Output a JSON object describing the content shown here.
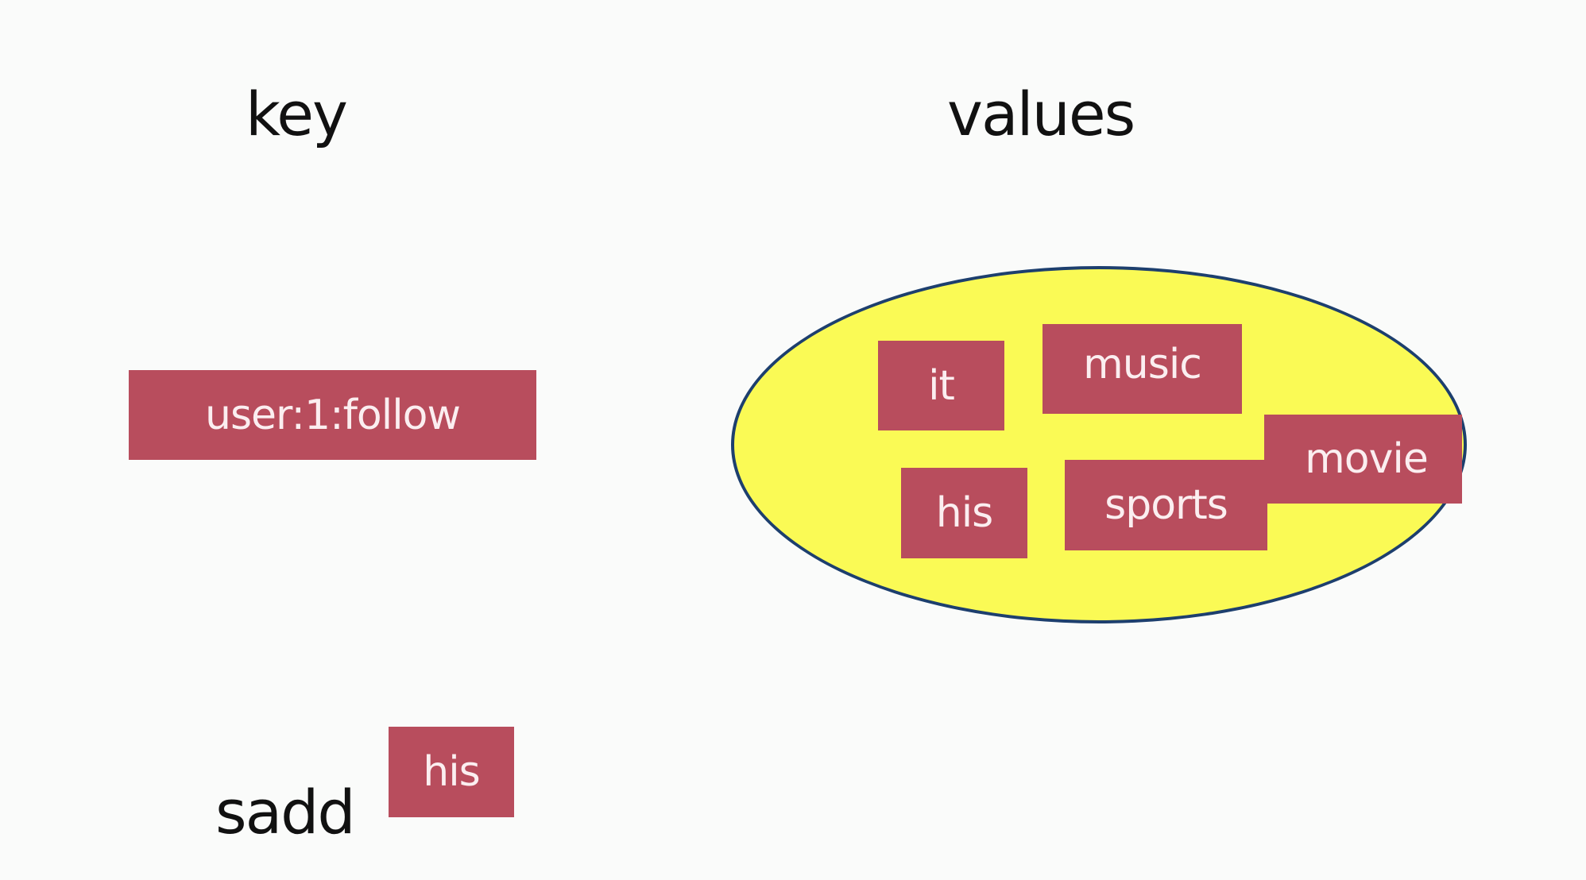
{
  "headings": {
    "key": "key",
    "values": "values"
  },
  "key_box": {
    "label": "user:1:follow"
  },
  "set_members": [
    {
      "label": "it"
    },
    {
      "label": "music"
    },
    {
      "label": "his"
    },
    {
      "label": "sports"
    },
    {
      "label": "movie"
    }
  ],
  "command": {
    "label": "sadd",
    "argument": "his"
  },
  "colors": {
    "box": "#b84d5d",
    "ellipse_fill": "#fafa55",
    "ellipse_border": "#1d3f6e",
    "background": "#fafbfa"
  }
}
